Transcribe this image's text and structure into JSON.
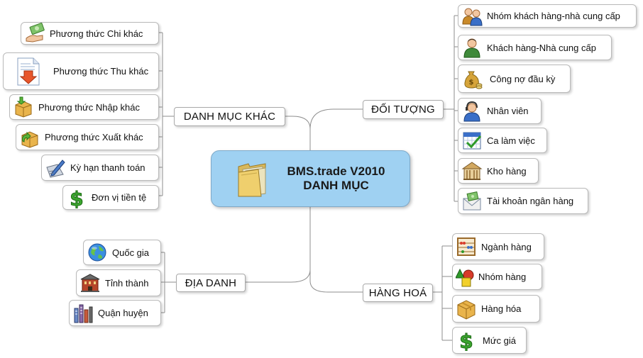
{
  "center": {
    "line1": "BMS.trade V2010",
    "line2": "DANH MỤC",
    "icon": "folder-icon"
  },
  "branches": {
    "danh_muc_khac": {
      "label": "DANH MỤC KHÁC",
      "items": [
        {
          "label": "Phương thức Chi khác",
          "icon": "money-hand-icon"
        },
        {
          "label": "Phương thức Thu khác",
          "icon": "document-download-icon"
        },
        {
          "label": "Phương thức Nhập khác",
          "icon": "box-in-icon"
        },
        {
          "label": "Phương thức Xuất khác",
          "icon": "box-out-icon"
        },
        {
          "label": "Kỳ hạn thanh toán",
          "icon": "pen-paper-icon"
        },
        {
          "label": "Đơn vị tiền tệ",
          "icon": "dollar-icon"
        }
      ]
    },
    "doi_tuong": {
      "label": "ĐỐI TƯỢNG",
      "items": [
        {
          "label": "Nhóm khách hàng-nhà cung cấp",
          "icon": "user-group-icon"
        },
        {
          "label": "Khách hàng-Nhà cung cấp",
          "icon": "user-icon"
        },
        {
          "label": "Công nợ đầu kỳ",
          "icon": "money-bag-icon"
        },
        {
          "label": "Nhân viên",
          "icon": "employee-headset-icon"
        },
        {
          "label": "Ca làm việc",
          "icon": "calendar-check-icon"
        },
        {
          "label": "Kho hàng",
          "icon": "warehouse-icon"
        },
        {
          "label": "Tài khoản ngân hàng",
          "icon": "bank-envelope-icon"
        }
      ]
    },
    "dia_danh": {
      "label": "ĐỊA DANH",
      "items": [
        {
          "label": "Quốc gia",
          "icon": "globe-icon"
        },
        {
          "label": "Tỉnh thành",
          "icon": "city-building-icon"
        },
        {
          "label": "Quận huyện",
          "icon": "district-buildings-icon"
        }
      ]
    },
    "hang_hoa": {
      "label": "HÀNG HOÁ",
      "items": [
        {
          "label": "Ngành hàng",
          "icon": "abacus-icon"
        },
        {
          "label": "Nhóm hàng",
          "icon": "shapes-icon"
        },
        {
          "label": "Hàng hóa",
          "icon": "box-icon"
        },
        {
          "label": "Mức giá",
          "icon": "dollar-icon"
        }
      ]
    }
  }
}
